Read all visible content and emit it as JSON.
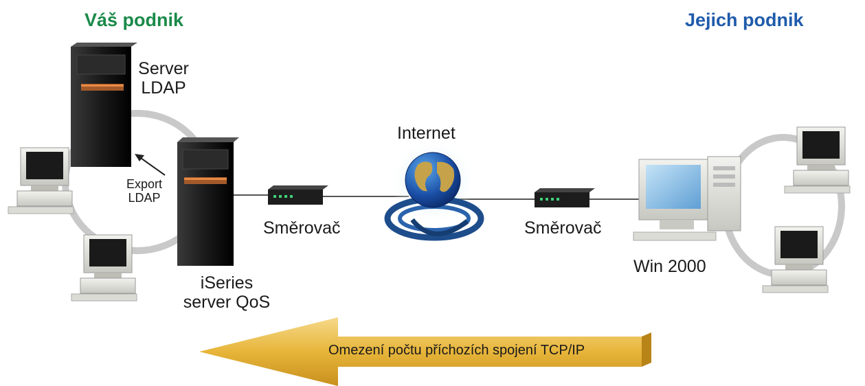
{
  "headings": {
    "left": "Váš podnik",
    "right": "Jejich podnik"
  },
  "labels": {
    "ldap_server": [
      "Server",
      "LDAP"
    ],
    "ldap_export": [
      "Export",
      "LDAP"
    ],
    "iseries": [
      "iSeries",
      "server QoS"
    ],
    "router_left": "Směrovač",
    "router_right": "Směrovač",
    "internet": "Internet",
    "win2000": "Win 2000"
  },
  "arrow_label": "Omezení počtu příchozích spojení TCP/IP",
  "colors": {
    "left_heading": "#1a8a4a",
    "right_heading": "#1f5bab",
    "arrow": "#e5b53c",
    "ring": "#c9c9c9",
    "server": "#1b1b1b"
  },
  "icons": [
    "server-icon",
    "workstation-icon",
    "router-icon",
    "globe-icon",
    "desktop-pc-icon",
    "arrow-left-icon"
  ]
}
